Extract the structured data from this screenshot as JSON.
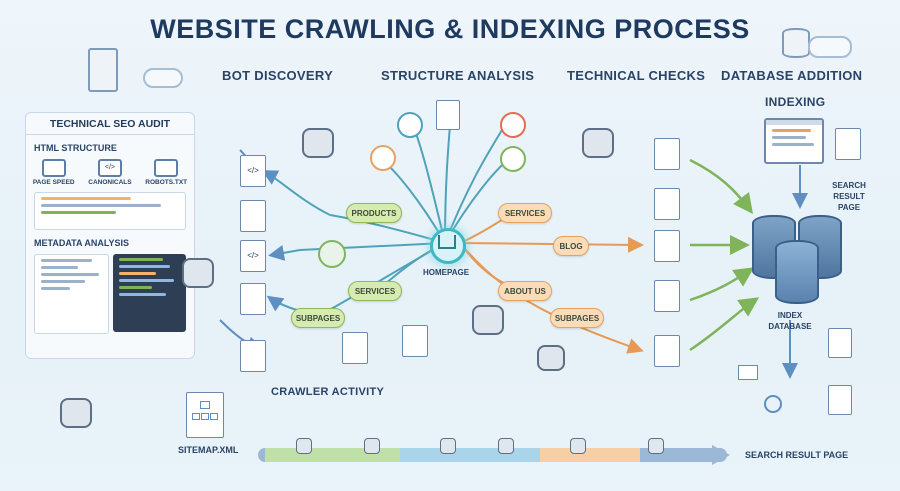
{
  "title": "WEBSITE CRAWLING & INDEXING PROCESS",
  "sections": {
    "bot_discovery": "BOT DISCOVERY",
    "structure_analysis": "STRUCTURE ANALYSIS",
    "technical_checks": "TECHNICAL CHECKS",
    "database_addition": "DATABASE ADDITION"
  },
  "audit_panel": {
    "title": "TECHNICAL SEO AUDIT",
    "html_structure": "HTML STRUCTURE",
    "items": [
      "PAGE SPEED",
      "CANONICALS",
      "ROBOTS.TXT"
    ],
    "metadata": "METADATA ANALYSIS"
  },
  "nodes": {
    "homepage": "HOMEPAGE",
    "products": "PRODUCTS",
    "services_left": "SERVICES",
    "subpages_left": "SUBPAGES",
    "services_right": "SERVICES",
    "blog": "BLOG",
    "about_us": "ABOUT US",
    "subpages_right": "SUBPAGES"
  },
  "indexing": {
    "label": "INDEXING",
    "search_result_page": "SEARCH RESULT PAGE",
    "index_database": "INDEX DATABASE",
    "search_result_page_bottom": "SEARCH RESULT PAGE"
  },
  "sitemap": "SITEMAP.XML",
  "crawler_activity": "CRAWLER ACTIVITY",
  "colors": {
    "accent_teal": "#3fb8c4",
    "green": "#8cb95a",
    "orange": "#e6a35f",
    "navy": "#1f3a5f"
  }
}
